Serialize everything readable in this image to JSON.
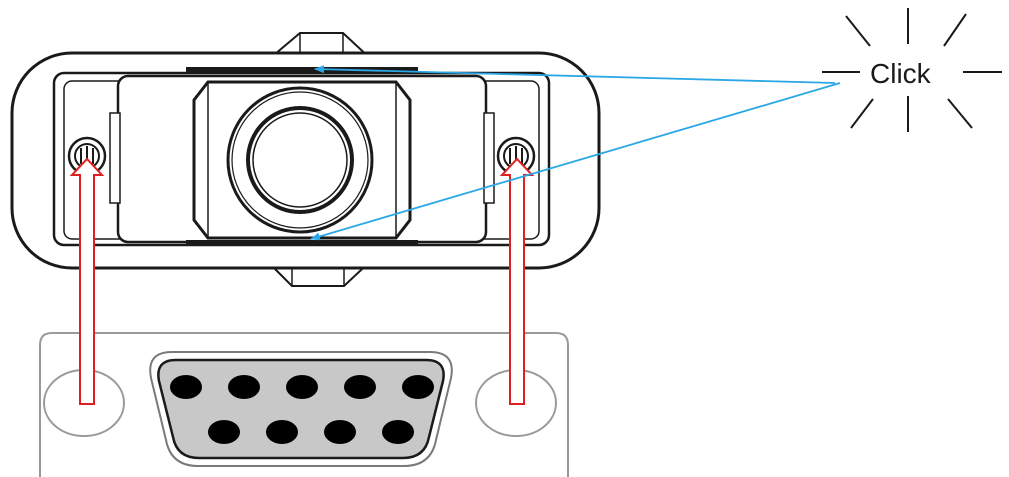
{
  "click_label": "Click",
  "colors": {
    "outline": "#1a1a1a",
    "guide_arrow": "#2aa7e6",
    "insert_arrow": "#e02020",
    "connector_fill": "#c8c8c8",
    "connector_frame": "#9a9a9a",
    "pin": "#000000"
  },
  "connector": {
    "top_row_pins": 5,
    "bottom_row_pins": 4
  },
  "icons": [
    "screw-icon",
    "screw-icon"
  ]
}
